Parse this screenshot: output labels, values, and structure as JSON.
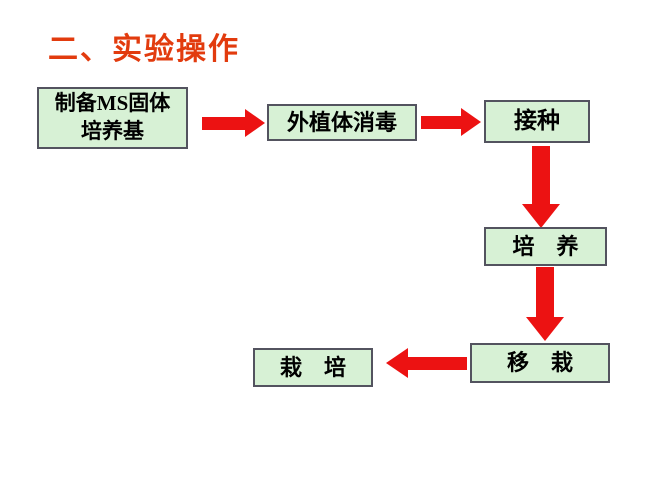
{
  "slide": {
    "title": "二、实验操作",
    "title_color": "#e23b0e",
    "background_color": "#ffffff"
  },
  "flowchart": {
    "box_fill_color": "#d7f1d5",
    "box_border_color": "#53535f",
    "arrow_color": "#ec1212",
    "nodes": [
      {
        "id": "prepare-ms-medium",
        "label": "制备MS固体\n培养基"
      },
      {
        "id": "explant-disinfection",
        "label": "外植体消毒"
      },
      {
        "id": "inoculation",
        "label": "接种"
      },
      {
        "id": "culture",
        "label": "培　养"
      },
      {
        "id": "transplant",
        "label": "移　栽"
      },
      {
        "id": "cultivation",
        "label": "栽　培"
      }
    ],
    "arrows": [
      {
        "icon": "arrow-right-icon",
        "from": "制备MS固体培养基",
        "to": "外植体消毒"
      },
      {
        "icon": "arrow-right-icon",
        "from": "外植体消毒",
        "to": "接种"
      },
      {
        "icon": "arrow-down-icon",
        "from": "接种",
        "to": "培养"
      },
      {
        "icon": "arrow-down-icon",
        "from": "培养",
        "to": "移栽"
      },
      {
        "icon": "arrow-left-icon",
        "from": "移栽",
        "to": "栽培"
      }
    ]
  }
}
